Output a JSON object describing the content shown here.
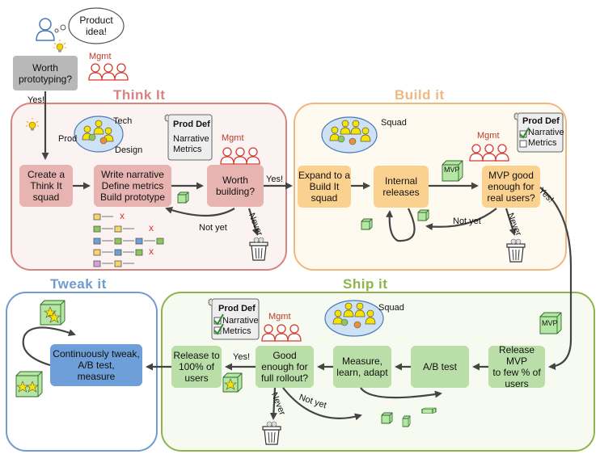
{
  "bubble": {
    "idea": "Product\nidea!"
  },
  "worth_prototyping": "Worth\nprototyping?",
  "yes_top": "Yes!",
  "mgmt": "Mgmt",
  "phases": {
    "think": {
      "title": "Think It",
      "color": "#d9837e"
    },
    "build": {
      "title": "Build it",
      "color": "#f0b880"
    },
    "ship": {
      "title": "Ship it",
      "color": "#8db54a"
    },
    "tweak": {
      "title": "Tweak it",
      "color": "#6f9bd1"
    }
  },
  "think": {
    "team_prod": "Prod",
    "team_tech": "Tech",
    "team_design": "Design",
    "create_squad": "Create a\nThink It\nsquad",
    "write_narrative": "Write narrative\nDefine metrics\nBuild prototype",
    "worth_building": "Worth\nbuilding?",
    "prod_def_title": "Prod Def",
    "prod_def_items": "Narrative\nMetrics",
    "yes": "Yes!",
    "never": "Never",
    "not_yet": "Not yet"
  },
  "build": {
    "squad": "Squad",
    "expand": "Expand to a\nBuild It\nsquad",
    "internal": "Internal\nreleases",
    "mvp_good": "MVP good\nenough for\nreal users?",
    "mvp_label": "MVP",
    "prod_def_title": "Prod Def",
    "narrative": "Narrative",
    "metrics": "Metrics",
    "not_yet": "Not yet",
    "never": "Never",
    "yes": "Yes!"
  },
  "ship": {
    "squad": "Squad",
    "release_mvp": "Release MVP\nto few % of\nusers",
    "mvp_label": "MVP",
    "ab_test": "A/B test",
    "measure": "Measure,\nlearn, adapt",
    "good_enough": "Good\nenough for\nfull rollout?",
    "release_100": "Release to\n100% of\nusers",
    "prod_def_title": "Prod Def",
    "narrative": "Narrative",
    "metrics": "Metrics",
    "yes": "Yes!",
    "not_yet": "Not yet",
    "never": "Never"
  },
  "tweak": {
    "continuous": "Continuously tweak,\nA/B test,\nmeasure"
  },
  "fail_mark": "x",
  "colors": {
    "think_box": "#e8b4b2",
    "think_bg": "#faf3f2",
    "build_box": "#fbd190",
    "build_bg": "#fffaf0",
    "ship_box": "#b9dea8",
    "ship_bg": "#f6faf1",
    "tweak_box": "#6e9fd8",
    "tweak_bg": "#ffffff",
    "grey_box": "#b8b8b8",
    "arrow": "#444444",
    "red": "#d33a2c"
  },
  "icons": [
    "person-icon",
    "lightbulb-icon",
    "thought-bubble-icon",
    "team-circle-icon",
    "document-scroll-icon",
    "trash-can-icon",
    "cube-icon",
    "star-cube-icon",
    "checkbox-icon"
  ]
}
